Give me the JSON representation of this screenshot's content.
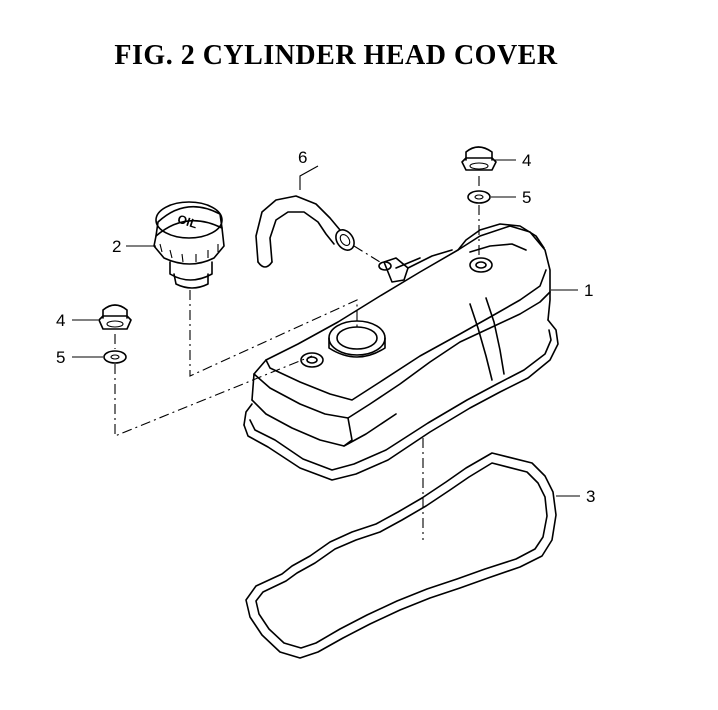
{
  "figure": {
    "title": "FIG.  2  CYLINDER HEAD COVER",
    "cap_text": "OIL"
  },
  "parts": [
    {
      "ref": "1"
    },
    {
      "ref": "2"
    },
    {
      "ref": "3"
    },
    {
      "ref": "4"
    },
    {
      "ref": "4"
    },
    {
      "ref": "5"
    },
    {
      "ref": "5"
    },
    {
      "ref": "6"
    }
  ]
}
